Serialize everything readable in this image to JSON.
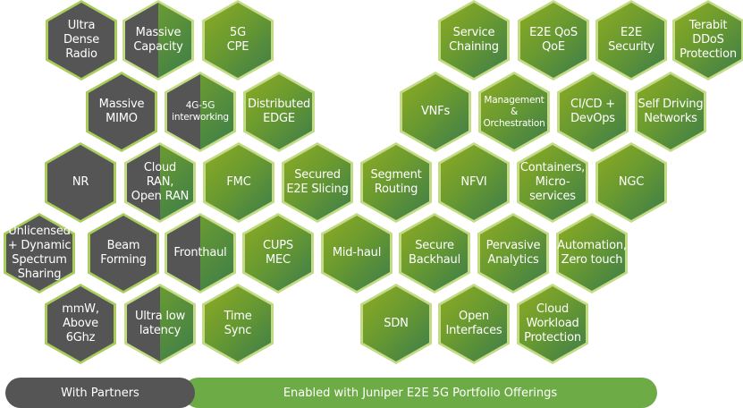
{
  "hexagons": [
    {
      "label": "Ultra\nDense\nRadio",
      "category": "partner"
    },
    {
      "label": "Massive\nCapacity",
      "category": "shared"
    },
    {
      "label": "5G\nCPE",
      "category": "juniper"
    },
    {
      "label": "Service\nChaining",
      "category": "juniper"
    },
    {
      "label": "E2E QoS\nQoE",
      "category": "juniper"
    },
    {
      "label": "E2E\nSecurity",
      "category": "juniper"
    },
    {
      "label": "Terabit\nDDoS\nProtection",
      "category": "juniper"
    },
    {
      "label": "Massive\nMIMO",
      "category": "partner"
    },
    {
      "label": "4G-5G\ninterworking",
      "category": "shared"
    },
    {
      "label": "Distributed\nEDGE",
      "category": "juniper"
    },
    {
      "label": "VNFs",
      "category": "juniper"
    },
    {
      "label": "Management\n&\nOrchestration",
      "category": "juniper"
    },
    {
      "label": "CI/CD +\nDevOps",
      "category": "juniper"
    },
    {
      "label": "Self Driving\nNetworks",
      "category": "juniper"
    },
    {
      "label": "NR",
      "category": "partner"
    },
    {
      "label": "Cloud\nRAN,\nOpen RAN",
      "category": "shared"
    },
    {
      "label": "FMC",
      "category": "juniper"
    },
    {
      "label": "Secured\nE2E Slicing",
      "category": "juniper"
    },
    {
      "label": "Segment\nRouting",
      "category": "juniper"
    },
    {
      "label": "NFVI",
      "category": "juniper"
    },
    {
      "label": "Containers,\nMicro-\nservices",
      "category": "juniper"
    },
    {
      "label": "NGC",
      "category": "juniper"
    },
    {
      "label": "Unlicensed\n+ Dynamic\nSpectrum\nSharing",
      "category": "partner"
    },
    {
      "label": "Beam\nForming",
      "category": "partner"
    },
    {
      "label": "Fronthaul",
      "category": "shared"
    },
    {
      "label": "CUPS\nMEC",
      "category": "juniper"
    },
    {
      "label": "Mid-haul",
      "category": "juniper"
    },
    {
      "label": "Secure\nBackhaul",
      "category": "juniper"
    },
    {
      "label": "Pervasive\nAnalytics",
      "category": "juniper"
    },
    {
      "label": "Automation,\nZero touch",
      "category": "juniper"
    },
    {
      "label": "mmW,\nAbove\n6Ghz",
      "category": "partner"
    },
    {
      "label": "Ultra low\nlatency",
      "category": "shared"
    },
    {
      "label": "Time\nSync",
      "category": "juniper"
    },
    {
      "label": "SDN",
      "category": "juniper"
    },
    {
      "label": "Open\nInterfaces",
      "category": "juniper"
    },
    {
      "label": "Cloud\nWorkload\nProtection",
      "category": "juniper"
    }
  ],
  "legend": {
    "partners": "With Partners",
    "juniper": "Enabled with Juniper E2E 5G Portfolio Offerings"
  },
  "colors": {
    "partner": "#555556",
    "juniper": "#6dab46",
    "border": "#c3db84"
  }
}
